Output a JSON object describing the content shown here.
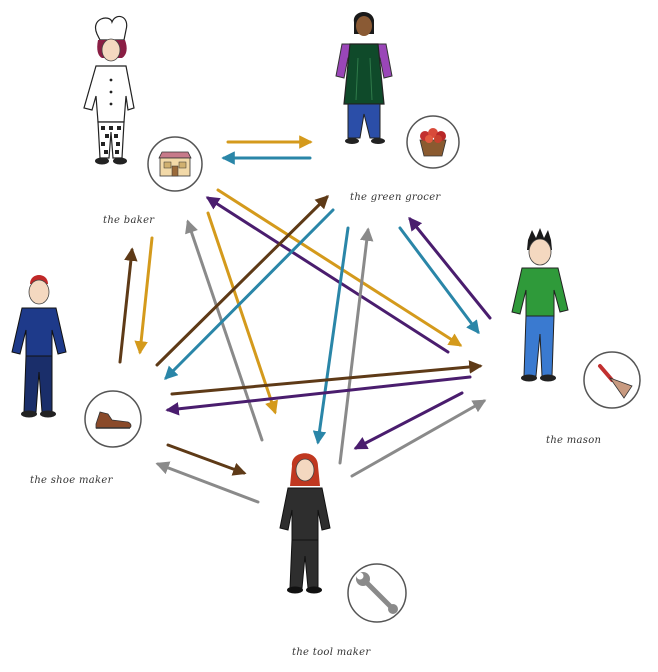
{
  "people": {
    "baker": {
      "label": "the baker",
      "tool_icon": "bread-shop-icon"
    },
    "green_grocer": {
      "label": "the green grocer",
      "tool_icon": "fruit-basket-icon"
    },
    "mason": {
      "label": "the mason",
      "tool_icon": "trowel-icon"
    },
    "shoe_maker": {
      "label": "the shoe maker",
      "tool_icon": "shoe-icon"
    },
    "tool_maker": {
      "label": "the tool maker",
      "tool_icon": "wrench-icon"
    }
  },
  "colors": {
    "baker": "#d49a1c",
    "green_grocer": "#2a86a8",
    "mason": "#4a1d6e",
    "shoe_maker": "#5e3a17",
    "tool_maker": "#8a8a8a"
  }
}
